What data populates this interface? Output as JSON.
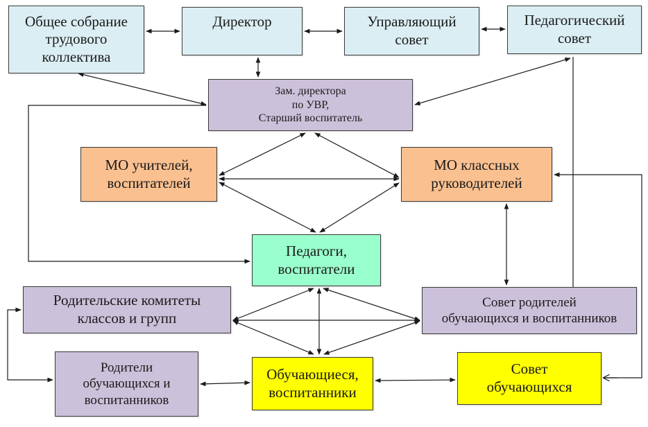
{
  "diagram": {
    "colors": {
      "blue": "#dbeef4",
      "purple": "#ccc1da",
      "orange": "#fac090",
      "green": "#99ffcc",
      "yellow": "#ffff00",
      "line": "#1a1a1a"
    },
    "nodes": {
      "obshchee": {
        "label": "Общее собрание\nтрудового\nколлектива"
      },
      "director": {
        "label": "Директор"
      },
      "upravl": {
        "label": "Управляющий\nсовет"
      },
      "pedsovet": {
        "label": "Педагогический\nсовет"
      },
      "zam": {
        "label": "Зам. директора\nпо УВР,\nСтарший воспитатель"
      },
      "mo_uch": {
        "label": "МО учителей,\nвоспитателей"
      },
      "mo_kl": {
        "label": "МО классных\nруководителей"
      },
      "pedagogi": {
        "label": "Педагоги,\nвоспитатели"
      },
      "rod_kom": {
        "label": "Родительские комитеты\nклассов и групп"
      },
      "sovet_rod": {
        "label": "Совет родителей\nобучающихся  и воспитанников"
      },
      "roditeli": {
        "label": "Родители\nобучающихся  и\nвоспитанников"
      },
      "obuch": {
        "label": "Обучающиеся,\nвоспитанники"
      },
      "sovet_ob": {
        "label": "Совет\nобучающихся"
      }
    },
    "connections": [
      {
        "from": "Общее собрание трудового коллектива",
        "to": "Директор",
        "direction": "both"
      },
      {
        "from": "Директор",
        "to": "Управляющий совет",
        "direction": "both"
      },
      {
        "from": "Управляющий совет",
        "to": "Педагогический совет",
        "direction": "both"
      },
      {
        "from": "Директор",
        "to": "Зам. директора по УВР, Старший воспитатель",
        "direction": "both"
      },
      {
        "from": "Общее собрание трудового коллектива",
        "to": "Зам. директора по УВР, Старший воспитатель",
        "direction": "both"
      },
      {
        "from": "Педагогический совет",
        "to": "Зам. директора по УВР, Старший воспитатель",
        "direction": "both"
      },
      {
        "from": "Зам. директора по УВР, Старший воспитатель",
        "to": "МО учителей, воспитателей",
        "direction": "both"
      },
      {
        "from": "Зам. директора по УВР, Старший воспитатель",
        "to": "МО классных руководителей",
        "direction": "both"
      },
      {
        "from": "МО учителей, воспитателей",
        "to": "МО классных руководителей",
        "direction": "both"
      },
      {
        "from": "МО учителей, воспитателей",
        "to": "Педагоги, воспитатели",
        "direction": "both"
      },
      {
        "from": "МО классных руководителей",
        "to": "Педагоги, воспитатели",
        "direction": "both"
      },
      {
        "from": "Зам. директора по УВР, Старший воспитатель",
        "to": "Педагоги, воспитатели",
        "direction": "both"
      },
      {
        "from": "МО классных руководителей",
        "to": "Совет родителей обучающихся и воспитанников",
        "direction": "both"
      },
      {
        "from": "Совет родителей обучающихся и воспитанников",
        "to": "Педагогический совет",
        "direction": "to"
      },
      {
        "from": "Совет обучающихся",
        "to": "МО классных руководителей",
        "direction": "to"
      },
      {
        "from": "МО классных руководителей",
        "to": "Совет обучающихся",
        "direction": "to"
      },
      {
        "from": "Педагоги, воспитатели",
        "to": "Родительские комитеты классов и групп",
        "direction": "both"
      },
      {
        "from": "Педагоги, воспитатели",
        "to": "Совет родителей обучающихся и воспитанников",
        "direction": "both"
      },
      {
        "from": "Педагоги, воспитатели",
        "to": "Обучающиеся, воспитанники",
        "direction": "both"
      },
      {
        "from": "Родительские комитеты классов и групп",
        "to": "Совет родителей обучающихся и воспитанников",
        "direction": "both"
      },
      {
        "from": "Родительские комитеты классов и групп",
        "to": "Обучающиеся, воспитанники",
        "direction": "both"
      },
      {
        "from": "Совет родителей обучающихся и воспитанников",
        "to": "Обучающиеся, воспитанники",
        "direction": "both"
      },
      {
        "from": "Родительские комитеты классов и групп",
        "to": "Родители обучающихся и воспитанников",
        "direction": "both"
      },
      {
        "from": "Родители обучающихся и воспитанников",
        "to": "Обучающиеся, воспитанники",
        "direction": "both"
      },
      {
        "from": "Обучающиеся, воспитанники",
        "to": "Совет обучающихся",
        "direction": "both"
      }
    ]
  }
}
